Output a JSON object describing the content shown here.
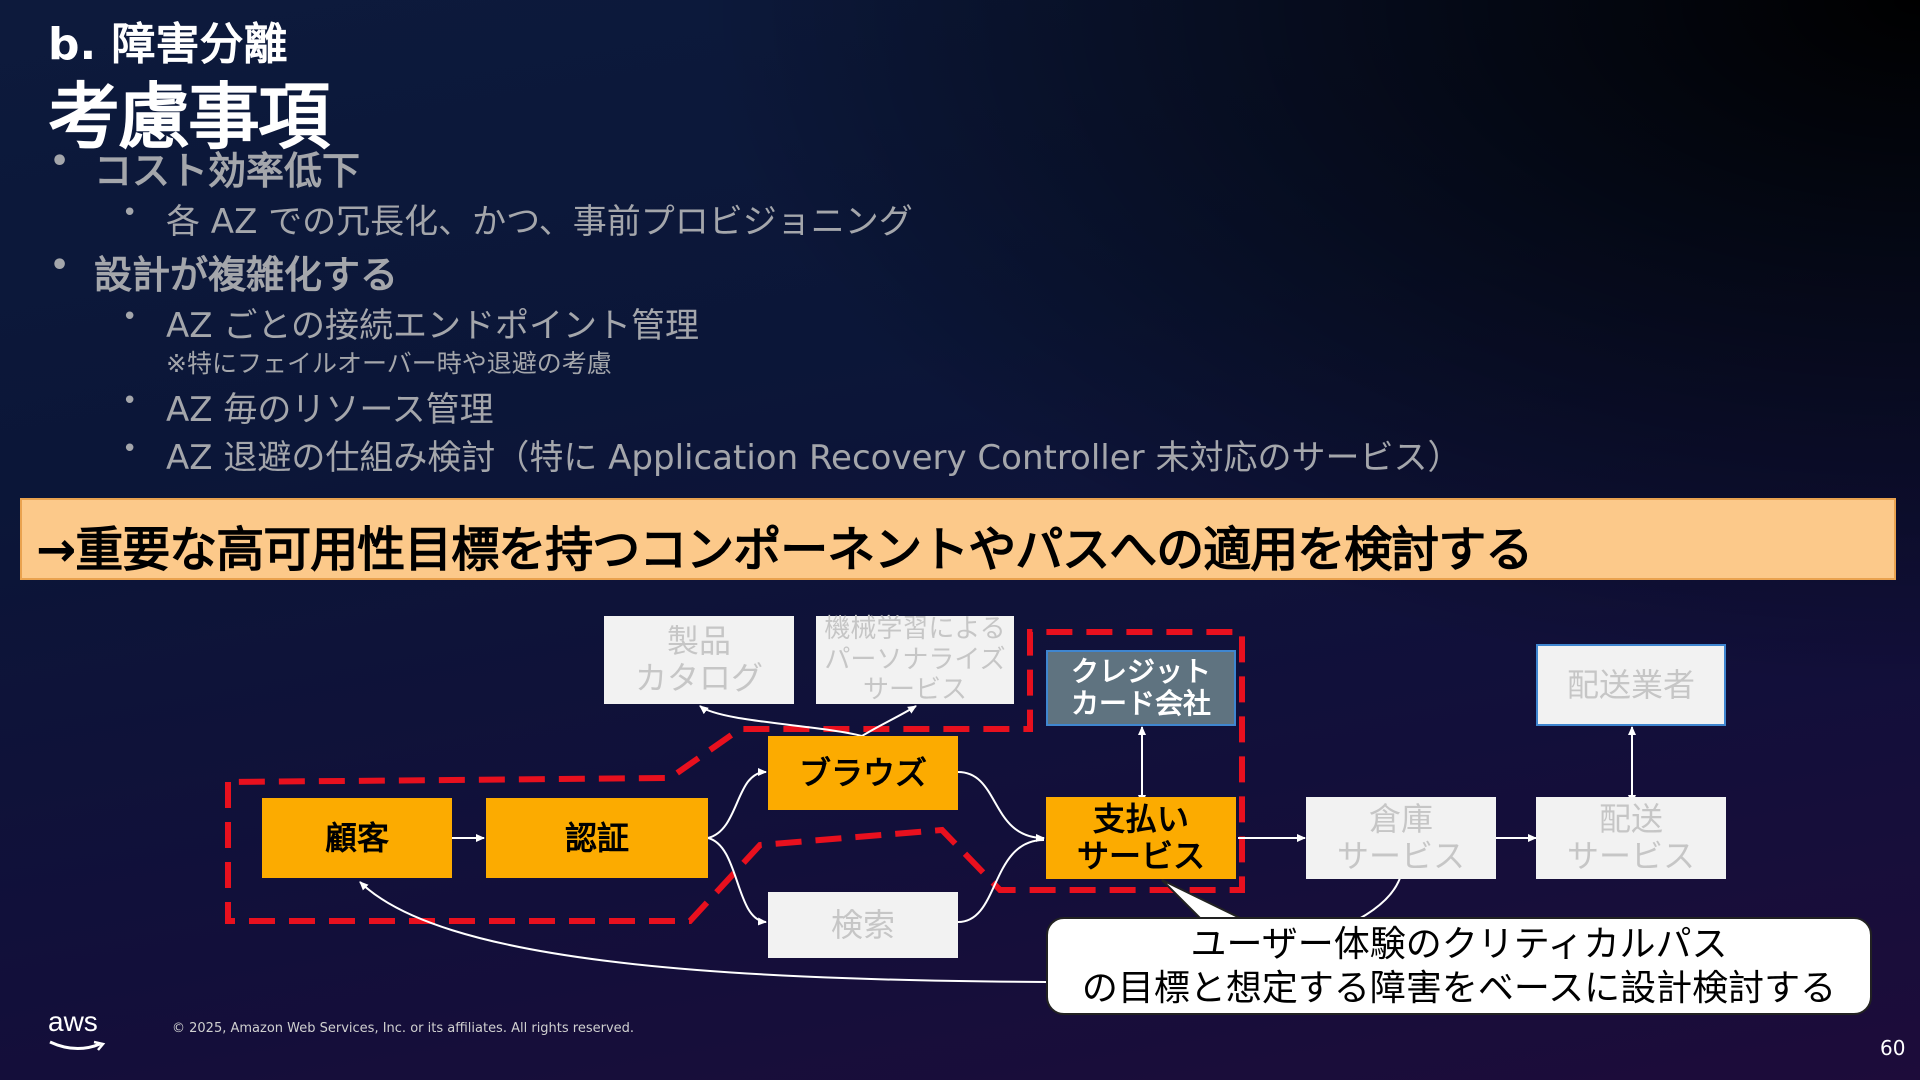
{
  "slide": {
    "subtitle": "b. 障害分離",
    "title": "考慮事項",
    "bullets": [
      {
        "text": "コスト効率低下",
        "level": 1
      },
      {
        "text": "各 AZ での冗長化、かつ、事前プロビジョニング",
        "level": 2
      },
      {
        "text": "設計が複雑化する",
        "level": 1
      },
      {
        "text": "AZ ごとの接続エンドポイント管理",
        "level": 2
      },
      {
        "text": "※特にフェイルオーバー時や退避の考慮",
        "level": 3
      },
      {
        "text": "AZ 毎のリソース管理",
        "level": 2
      },
      {
        "text": "AZ 退避の仕組み検討（特に Application Recovery Controller 未対応のサービス）",
        "level": 2
      }
    ],
    "bullet_glyph": "•",
    "banner": "→重要な高可用性目標を持つコンポーネントやパスへの適用を検討する",
    "diagram": {
      "nodes": {
        "customer": "顧客",
        "auth": "認証",
        "browse": "ブラウズ",
        "search": "検索",
        "payment": "支払い\nサービス",
        "credit": "クレジット\nカード会社",
        "catalog": "製品\nカタログ",
        "ml": "機械学習による\nパーソナライズ\nサービス",
        "warehouse": "倉庫\nサービス",
        "delivery": "配送\nサービス",
        "shipper": "配送業者"
      },
      "callout": "ユーザー体験のクリティカルパス\nの目標と想定する障害をベースに設計検討する"
    },
    "footer": {
      "logo": "aws",
      "copyright": "© 2025, Amazon Web Services, Inc. or its affiliates. All rights reserved.",
      "page_number": "60"
    },
    "colors": {
      "active": "#fcab00",
      "dim": "#f2f2f2",
      "banner": "#fcc98a",
      "critical_path": "#e8101e",
      "credit_card": "#5f7380"
    }
  }
}
